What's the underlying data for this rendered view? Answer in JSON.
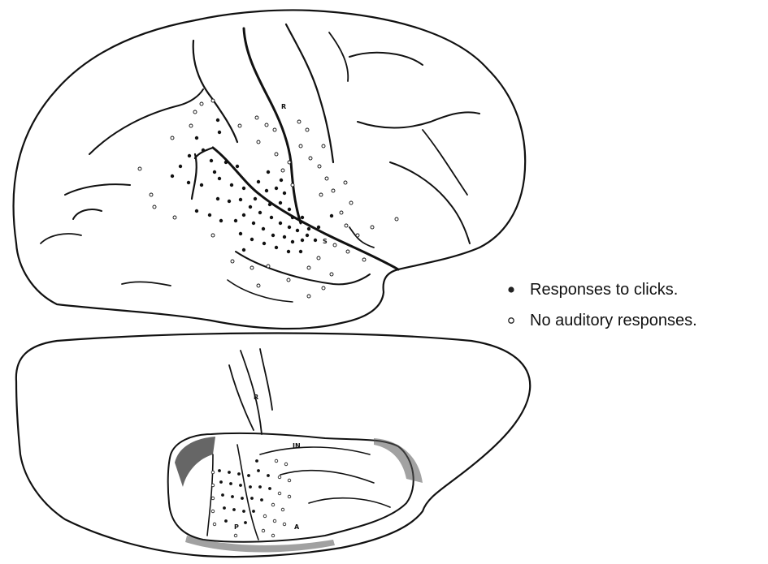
{
  "diagram": {
    "legend": [
      {
        "marker": "filled-dot",
        "text": "Responses to clicks."
      },
      {
        "marker": "open-circle",
        "text": "No auditory responses."
      }
    ],
    "lateral_view_labels": {
      "central_sulcus": "R",
      "sylvian_fissure": "S"
    },
    "superior_view_labels": {
      "central_sulcus": "R",
      "insula": "IN",
      "posterior": "P",
      "anterior": "A"
    }
  }
}
